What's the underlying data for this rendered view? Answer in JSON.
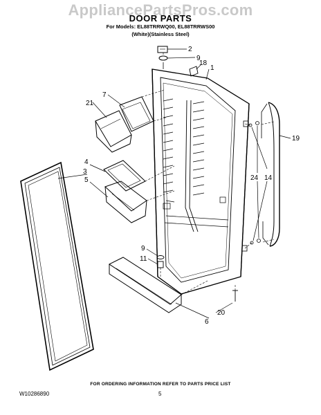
{
  "watermark": "AppliancePartsPros.com",
  "header": {
    "title": "DOOR PARTS",
    "models": "For Models: EL88TRRWQ00, EL88TRRWS00",
    "variants": "(White)(Stainless Steel)"
  },
  "callouts": {
    "c2": "2",
    "c9a": "9",
    "c18": "18",
    "c1": "1",
    "c7": "7",
    "c21": "21",
    "c19": "19",
    "c4": "4",
    "c3": "3",
    "c5": "5",
    "c24": "24",
    "c14": "14",
    "c9b": "9",
    "c11": "11",
    "c20": "20",
    "c6": "6"
  },
  "footer": {
    "ordering_info": "FOR ORDERING INFORMATION REFER TO PARTS PRICE LIST",
    "document_number": "W10286890",
    "page_number": "5"
  }
}
